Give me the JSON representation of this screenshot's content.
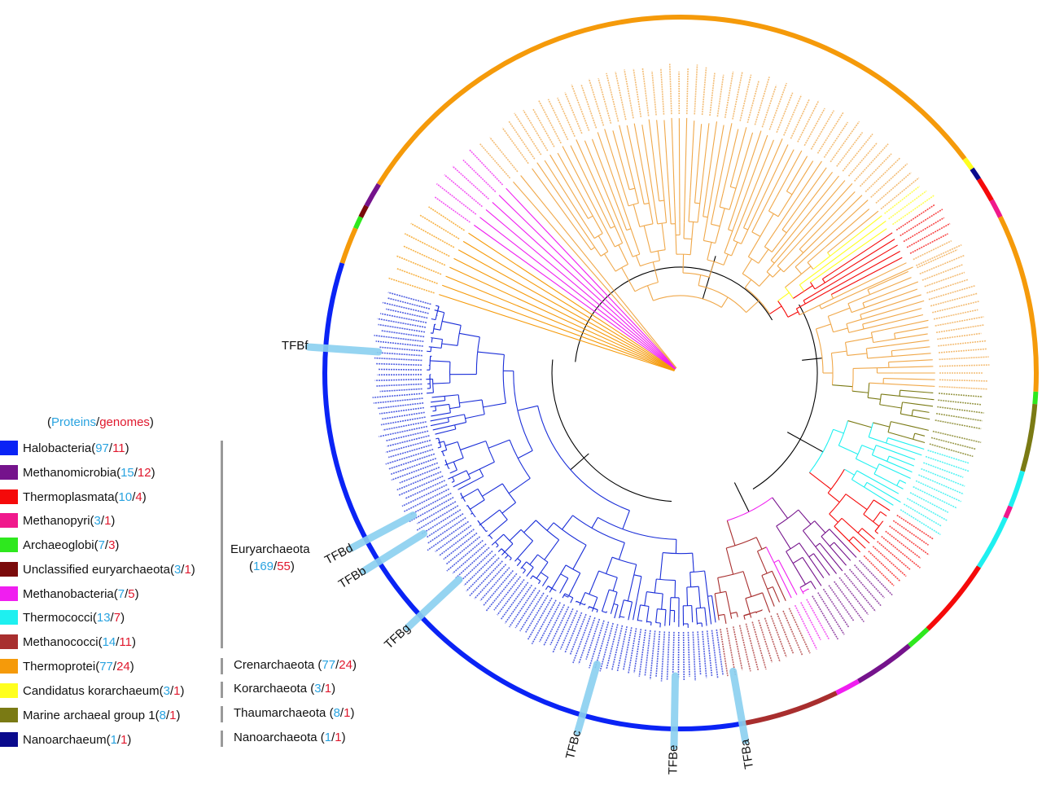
{
  "legend_header": {
    "open": "(",
    "proteins": "Proteins",
    "slash": "/",
    "genomes": "genomes",
    "close": ")"
  },
  "taxa": [
    {
      "name": "Halobacteria",
      "proteins": "97",
      "genomes": "11",
      "color": "#0a23f5"
    },
    {
      "name": "Methanomicrobia",
      "proteins": "15",
      "genomes": "12",
      "color": "#75138c"
    },
    {
      "name": "Thermoplasmata",
      "proteins": "10",
      "genomes": "4",
      "color": "#f50a0a"
    },
    {
      "name": "Methanopyri",
      "proteins": "3",
      "genomes": "1",
      "color": "#f0198c"
    },
    {
      "name": "Archaeoglobi",
      "proteins": "7",
      "genomes": "3",
      "color": "#2ee81e"
    },
    {
      "name": "Unclassified euryarchaeota",
      "proteins": "3",
      "genomes": "1",
      "color": "#7a0a0a"
    },
    {
      "name": "Methanobacteria",
      "proteins": "7",
      "genomes": "5",
      "color": "#f01ef0"
    },
    {
      "name": "Thermococci",
      "proteins": "13",
      "genomes": "7",
      "color": "#1ef0f0"
    },
    {
      "name": "Methanococci",
      "proteins": "14",
      "genomes": "11",
      "color": "#a82e2e"
    },
    {
      "name": "Thermoprotei",
      "proteins": "77",
      "genomes": "24",
      "color": "#f59a0a"
    },
    {
      "name": "Candidatus korarchaeum",
      "proteins": "3",
      "genomes": "1",
      "color": "#ffff1e"
    },
    {
      "name": "Marine archaeal group 1",
      "proteins": "8",
      "genomes": "1",
      "color": "#7a7a14"
    },
    {
      "name": "Nanoarchaeum",
      "proteins": "1",
      "genomes": "1",
      "color": "#0a0a8c"
    }
  ],
  "phyla": [
    {
      "name": "Euryarchaeota",
      "proteins": "169",
      "genomes": "55"
    },
    {
      "name": "Crenarchaeota",
      "proteins": "77",
      "genomes": "24"
    },
    {
      "name": "Korarchaeota",
      "proteins": "3",
      "genomes": "1"
    },
    {
      "name": "Thaumarchaeota",
      "proteins": "8",
      "genomes": "1"
    },
    {
      "name": "Nanoarchaeota",
      "proteins": "1",
      "genomes": "1"
    }
  ],
  "tfb_labels": [
    {
      "label": "TFBf",
      "angle": 184
    },
    {
      "label": "TFBd",
      "angle": 152
    },
    {
      "label": "TFBb",
      "angle": 148
    },
    {
      "label": "TFBg",
      "angle": 137
    },
    {
      "label": "TFBc",
      "angle": 106
    },
    {
      "label": "TFBe",
      "angle": 91
    },
    {
      "label": "TFBa",
      "angle": 80
    }
  ],
  "outer_ring": [
    {
      "from": 212,
      "to": 323,
      "color": "#f59a0a"
    },
    {
      "from": 323,
      "to": 325,
      "color": "#ffff1e"
    },
    {
      "from": 325,
      "to": 327,
      "color": "#0a0a8c"
    },
    {
      "from": 327,
      "to": 331,
      "color": "#f50a0a"
    },
    {
      "from": 331,
      "to": 334,
      "color": "#f0198c"
    },
    {
      "from": 334,
      "to": 3,
      "color": "#f59a0a"
    },
    {
      "from": 3,
      "to": 5,
      "color": "#2ee81e"
    },
    {
      "from": 5,
      "to": 16,
      "color": "#7a7a14"
    },
    {
      "from": 16,
      "to": 22,
      "color": "#1ef0f0"
    },
    {
      "from": 22,
      "to": 24,
      "color": "#f0198c"
    },
    {
      "from": 24,
      "to": 33,
      "color": "#1ef0f0"
    },
    {
      "from": 33,
      "to": 46,
      "color": "#f50a0a"
    },
    {
      "from": 46,
      "to": 50,
      "color": "#2ee81e"
    },
    {
      "from": 50,
      "to": 60,
      "color": "#75138c"
    },
    {
      "from": 60,
      "to": 64,
      "color": "#f01ef0"
    },
    {
      "from": 64,
      "to": 80,
      "color": "#a82e2e"
    },
    {
      "from": 80,
      "to": 198,
      "color": "#0a23f5"
    },
    {
      "from": 198,
      "to": 204,
      "color": "#f59a0a"
    },
    {
      "from": 204,
      "to": 206,
      "color": "#2ee81e"
    },
    {
      "from": 206,
      "to": 208,
      "color": "#7a0a0a"
    },
    {
      "from": 208,
      "to": 212,
      "color": "#75138c"
    }
  ],
  "tree_sectors": [
    {
      "from": 82,
      "to": 196,
      "color": "#1a2ed8"
    },
    {
      "from": 196,
      "to": 214,
      "color": "#f59a0a"
    },
    {
      "from": 214,
      "to": 228,
      "color": "#f01ef0"
    },
    {
      "from": 228,
      "to": 322,
      "color": "#f0a84a"
    },
    {
      "from": 322,
      "to": 326,
      "color": "#ffff1e"
    },
    {
      "from": 326,
      "to": 334,
      "color": "#f50a0a"
    },
    {
      "from": 334,
      "to": 4,
      "color": "#f0a84a"
    },
    {
      "from": 4,
      "to": 16,
      "color": "#7a7a14"
    },
    {
      "from": 16,
      "to": 33,
      "color": "#1ef0f0"
    },
    {
      "from": 33,
      "to": 46,
      "color": "#f50a0a"
    },
    {
      "from": 46,
      "to": 60,
      "color": "#75138c"
    },
    {
      "from": 60,
      "to": 64,
      "color": "#f01ef0"
    },
    {
      "from": 64,
      "to": 82,
      "color": "#a82e2e"
    }
  ]
}
